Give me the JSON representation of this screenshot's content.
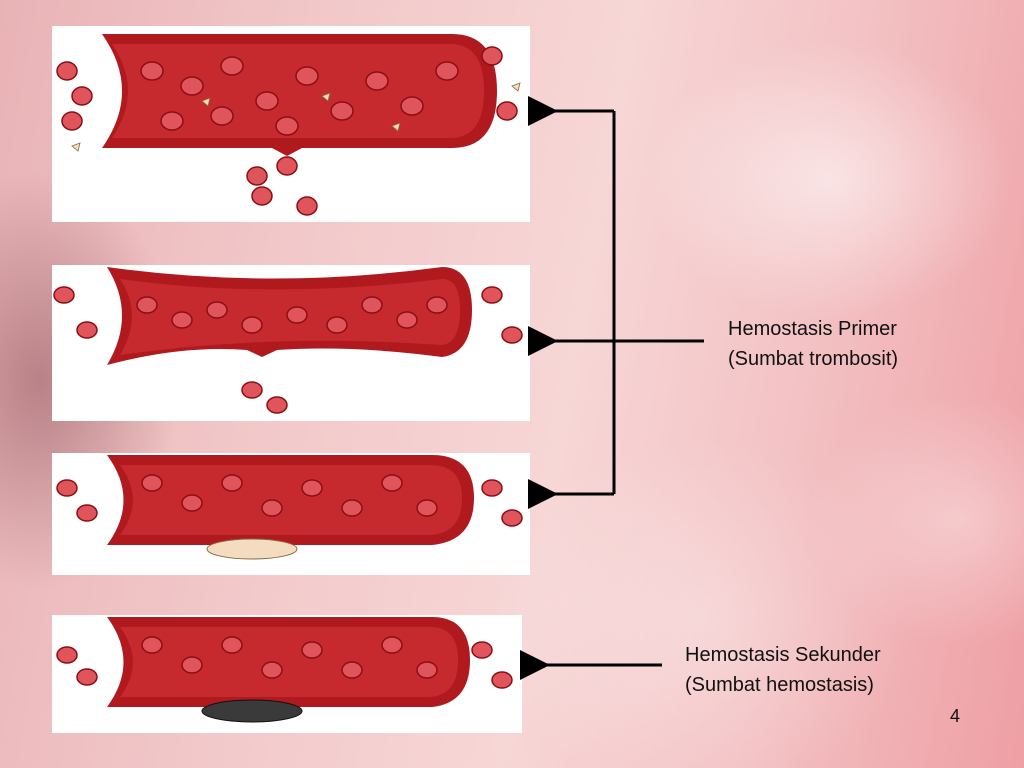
{
  "labels": {
    "primary_line1": "Hemostasis Primer",
    "primary_line2": "(Sumbat trombosit)",
    "secondary_line1": "Hemostasis Sekunder",
    "secondary_line2": "(Sumbat hemostasis)"
  },
  "page_number": "4",
  "colors": {
    "vessel_wall": "#b01a1f",
    "vessel_lumen": "#c62a2f",
    "red_cell": "#d9424a",
    "platelet": "#f3dcc0",
    "fibrin": "#2a2a2a"
  }
}
